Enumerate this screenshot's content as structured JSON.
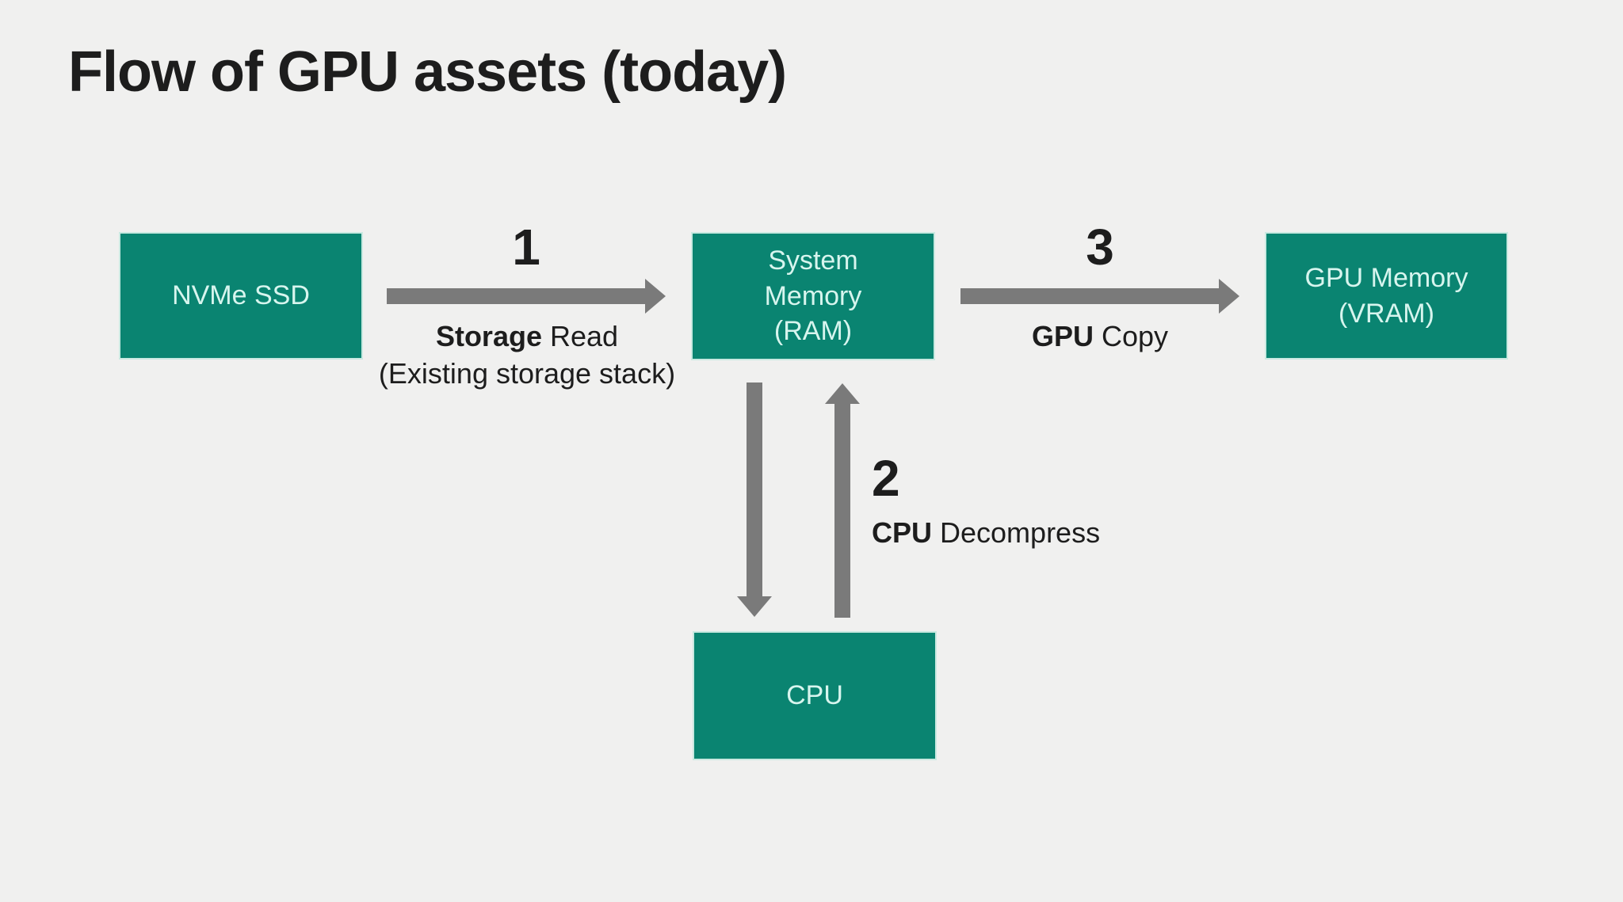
{
  "title": "Flow of GPU assets (today)",
  "colors": {
    "background": "#f0f0ef",
    "box_fill": "#0a8471",
    "box_border": "#c9e9e1",
    "box_text": "#d7f5ee",
    "arrow": "#7a7a7a",
    "label_text": "#1d1d1d"
  },
  "nodes": {
    "nvme_ssd": {
      "label": "NVMe SSD"
    },
    "system_memory": {
      "line1": "System",
      "line2": "Memory",
      "line3": "(RAM)"
    },
    "gpu_memory": {
      "line1": "GPU Memory",
      "line2": "(VRAM)"
    },
    "cpu": {
      "label": "CPU"
    }
  },
  "steps": {
    "storage_read": {
      "number": "1",
      "keyword": "Storage",
      "rest": " Read",
      "note": "(Existing storage stack)"
    },
    "cpu_decompress": {
      "number": "2",
      "keyword": "CPU",
      "rest": " Decompress"
    },
    "gpu_copy": {
      "number": "3",
      "keyword": "GPU",
      "rest": " Copy"
    }
  }
}
